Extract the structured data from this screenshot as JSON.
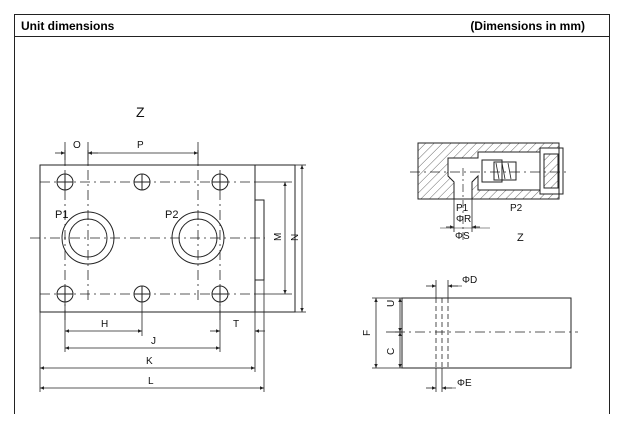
{
  "header": {
    "title": "Unit dimensions",
    "units": "(Dimensions in mm)"
  },
  "drawing": {
    "view_label_top": "Z",
    "view_label_section": "Z",
    "port_labels": {
      "p1": "P1",
      "p2": "P2"
    },
    "plan_dims": {
      "O": "O",
      "P": "P",
      "H": "H",
      "J": "J",
      "K": "K",
      "L": "L",
      "T": "T",
      "M": "M",
      "N": "N"
    },
    "section_labels": {
      "p1": "P1",
      "r": "ΦR",
      "s": "ΦS",
      "p2": "P2"
    },
    "side_dims": {
      "D": "ΦD",
      "E": "ΦE",
      "U": "U",
      "F": "F",
      "C": "C"
    }
  }
}
